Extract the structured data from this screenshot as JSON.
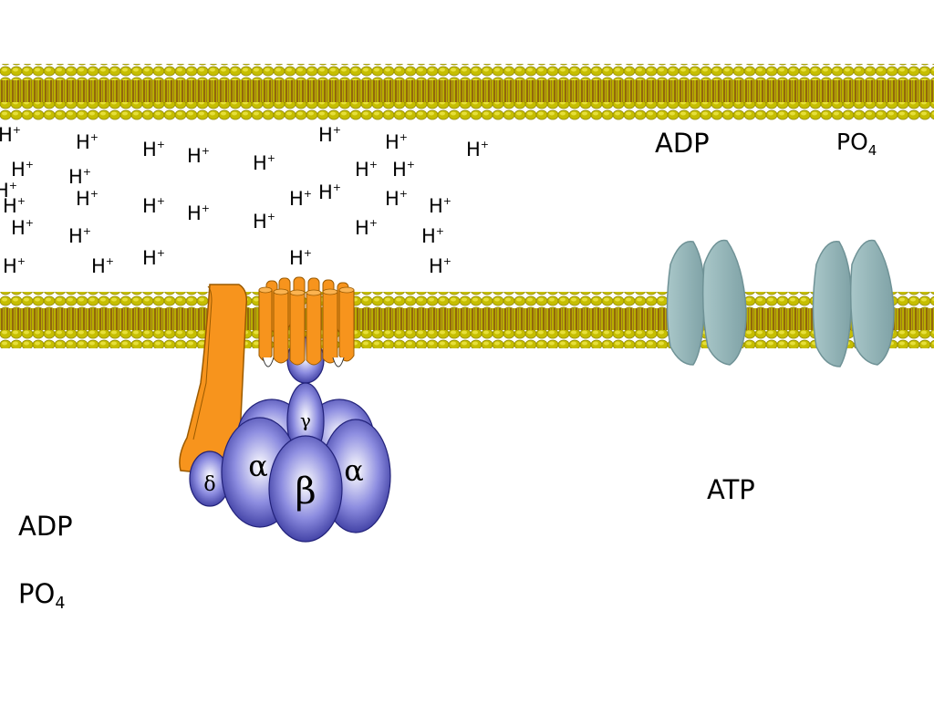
{
  "labels": {
    "adp_top": "ADP",
    "po4_top": "PO",
    "po4_top_sub": "4",
    "adp_bottom": "ADP",
    "po4_bottom": "PO",
    "po4_bottom_sub": "4",
    "atp": "ATP"
  },
  "proton": {
    "symbol": "H",
    "charge": "+"
  },
  "subunits": {
    "gamma": "γ",
    "delta": "δ",
    "alpha_left": "α",
    "alpha_right": "α",
    "beta": "β"
  },
  "colors": {
    "membrane": "#c8c000",
    "membrane_dark": "#7f7800",
    "tails": "#7a3a12",
    "stator": "#f7941d",
    "f1_blue": "#3f3f9f",
    "channel": "#8fb3b6"
  }
}
